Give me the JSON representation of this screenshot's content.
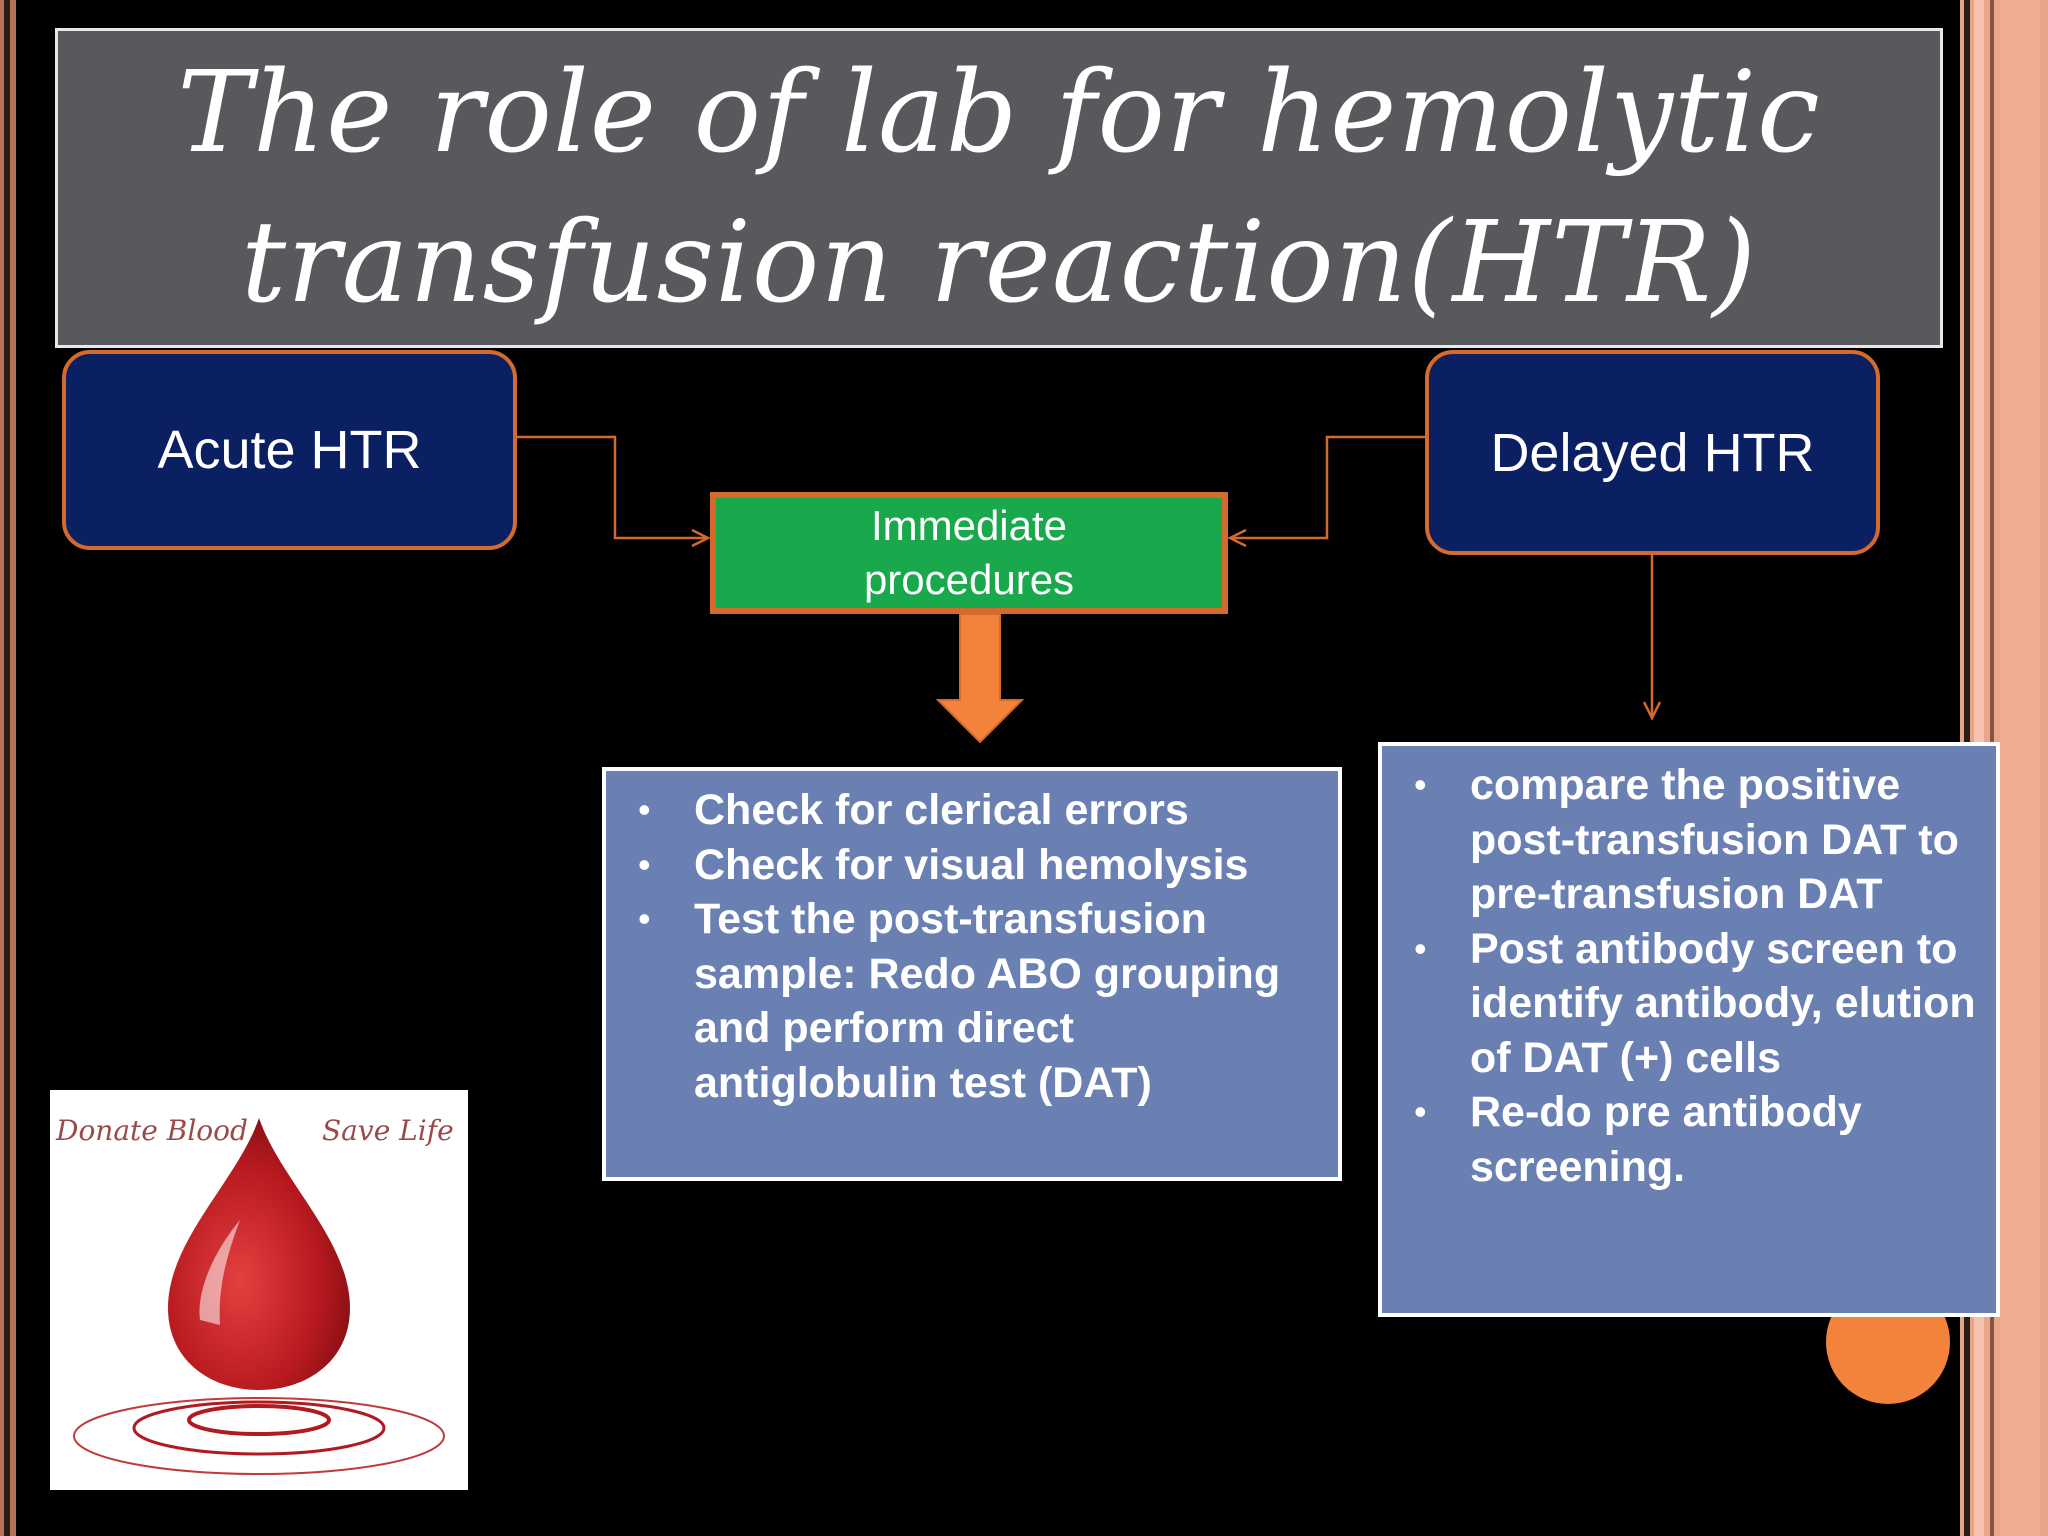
{
  "slide": {
    "title": "The role of lab for hemolytic transfusion reaction(HTR)"
  },
  "diagram": {
    "acute_label": "Acute HTR",
    "delayed_label": "Delayed HTR",
    "immediate_label": "Immediate procedures",
    "acute_items": [
      "Check for clerical errors",
      "Check for visual hemolysis",
      "Test the post-transfusion sample: Redo ABO grouping and perform direct antiglobulin test (DAT)"
    ],
    "delayed_items": [
      "compare the positive post-transfusion DAT to pre-transfusion DAT",
      "Post antibody screen to identify antibody, elution of DAT (+) cells",
      "Re-do pre antibody screening."
    ]
  },
  "picture": {
    "caption_left": "Donate Blood",
    "caption_right": "Save Life"
  },
  "colors": {
    "box_fill": "#0b1f63",
    "accent_orange": "#d56a2d",
    "green": "#1aa84d",
    "info_fill": "#6a7fb2"
  }
}
